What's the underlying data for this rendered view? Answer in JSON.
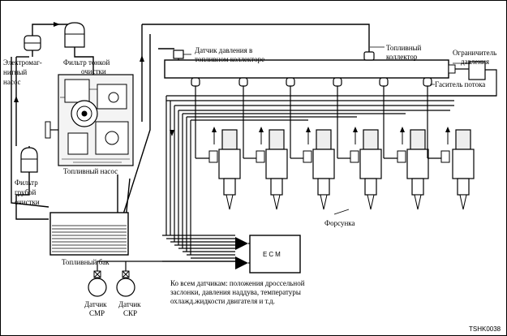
{
  "labels": {
    "electromagnetic_pump": [
      "Электромаг-",
      "нитный",
      "насос"
    ],
    "fine_filter": [
      "Фильтр тонкой",
      "очистки"
    ],
    "pressure_sensor": [
      "Датчик давления в",
      "топливном коллекторе"
    ],
    "fuel_rail": [
      "Топливный",
      "коллектор"
    ],
    "pressure_limiter": [
      "Ограничитель",
      "давления"
    ],
    "flow_damper": "Гаситель потока",
    "fuel_pump": "Топливный насос",
    "coarse_filter": [
      "Фильтр",
      "грубой",
      "очистки"
    ],
    "injector": "Форсунка",
    "fuel_tank": "Топливный бак",
    "ecm": "ECM",
    "sensors_note": [
      "Ко всем датчикам: положения дроссельной",
      "заслонки, давления наддува, температуры",
      "охлажд.жидкости двигателя и т.д."
    ],
    "cmp_sensor": [
      "Датчик",
      "СМР"
    ],
    "ckp_sensor": [
      "Датчик",
      "СКР"
    ],
    "figure_code": "TSHK0038"
  },
  "colors": {
    "line": "#000000",
    "background": "#ffffff",
    "frame": "#000000"
  }
}
